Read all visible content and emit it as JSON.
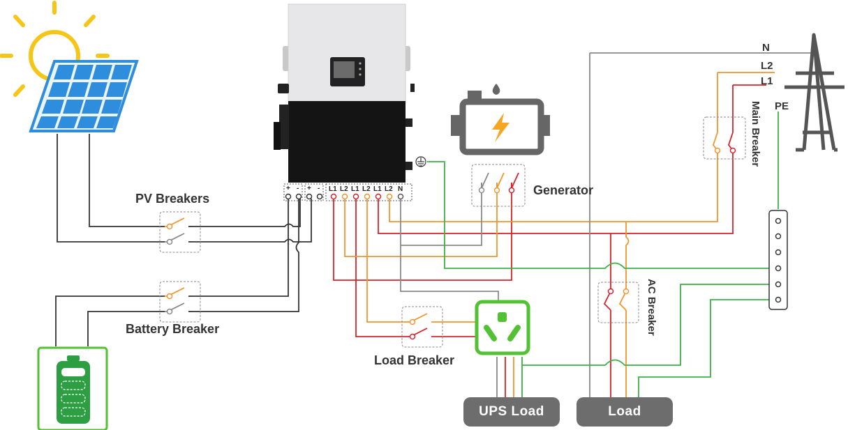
{
  "labels": {
    "pv_breakers": "PV Breakers",
    "battery_breaker": "Battery Breaker",
    "load_breaker": "Load Breaker",
    "generator": "Generator",
    "ac_breaker": "AC Breaker",
    "main_breaker": "Main Breaker",
    "ups_load": "UPS Load",
    "load": "Load"
  },
  "grid_lines": {
    "n": "N",
    "l2": "L2",
    "l1": "L1",
    "pe": "PE"
  },
  "battery_terminals": {
    "plus": "+",
    "minus": "-"
  },
  "pv_terminals": {
    "plus": "+",
    "minus": "-"
  },
  "ac_terminals": [
    "L1",
    "L2",
    "L1",
    "L2",
    "L1",
    "L2",
    "N"
  ],
  "wire_colors": {
    "l1": "#d9222a",
    "l2": "#f0962e",
    "neutral": "#8a8a8a",
    "ground": "#3db049",
    "dc": "#333333",
    "accent_green": "#52c234"
  },
  "icons": [
    "sun-icon",
    "solar-panel-icon",
    "battery-icon",
    "inverter-icon",
    "generator-icon",
    "ground-symbol-icon",
    "utility-tower-icon",
    "outlet-icon",
    "busbar-icon"
  ]
}
